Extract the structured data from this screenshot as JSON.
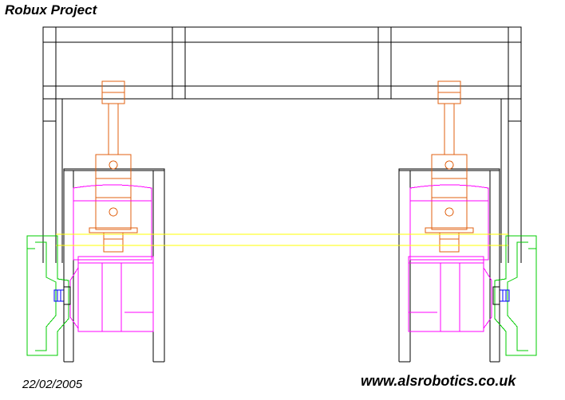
{
  "title": "Robux Project",
  "date": "22/02/2005",
  "website": "www.alsrobotics.co.uk",
  "colors": {
    "frame": "#000000",
    "actuator": "#e06010",
    "motor": "#ff00ff",
    "axle": "#ffff00",
    "wheel": "#00cc00",
    "coupling": "#0000ff"
  }
}
